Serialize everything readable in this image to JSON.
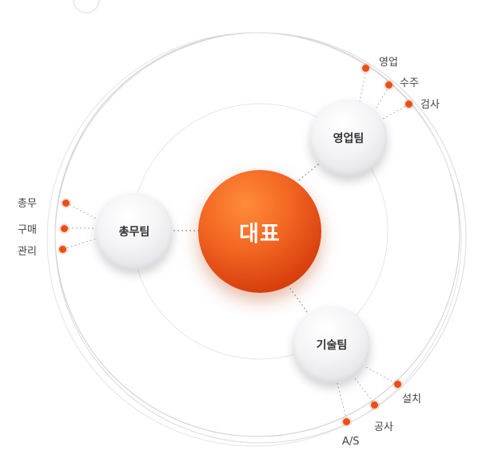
{
  "center": {
    "label": "대표"
  },
  "teams": [
    {
      "label": "영업팀",
      "children": [
        "영업",
        "수주",
        "검사"
      ]
    },
    {
      "label": "총무팀",
      "children": [
        "총무",
        "구매",
        "관리"
      ]
    },
    {
      "label": "기술팀",
      "children": [
        "설치",
        "공사",
        "A/S"
      ]
    }
  ],
  "colors": {
    "accent": "#e8501a",
    "line": "#cfcfd4",
    "dots": "#9a9aa2"
  }
}
